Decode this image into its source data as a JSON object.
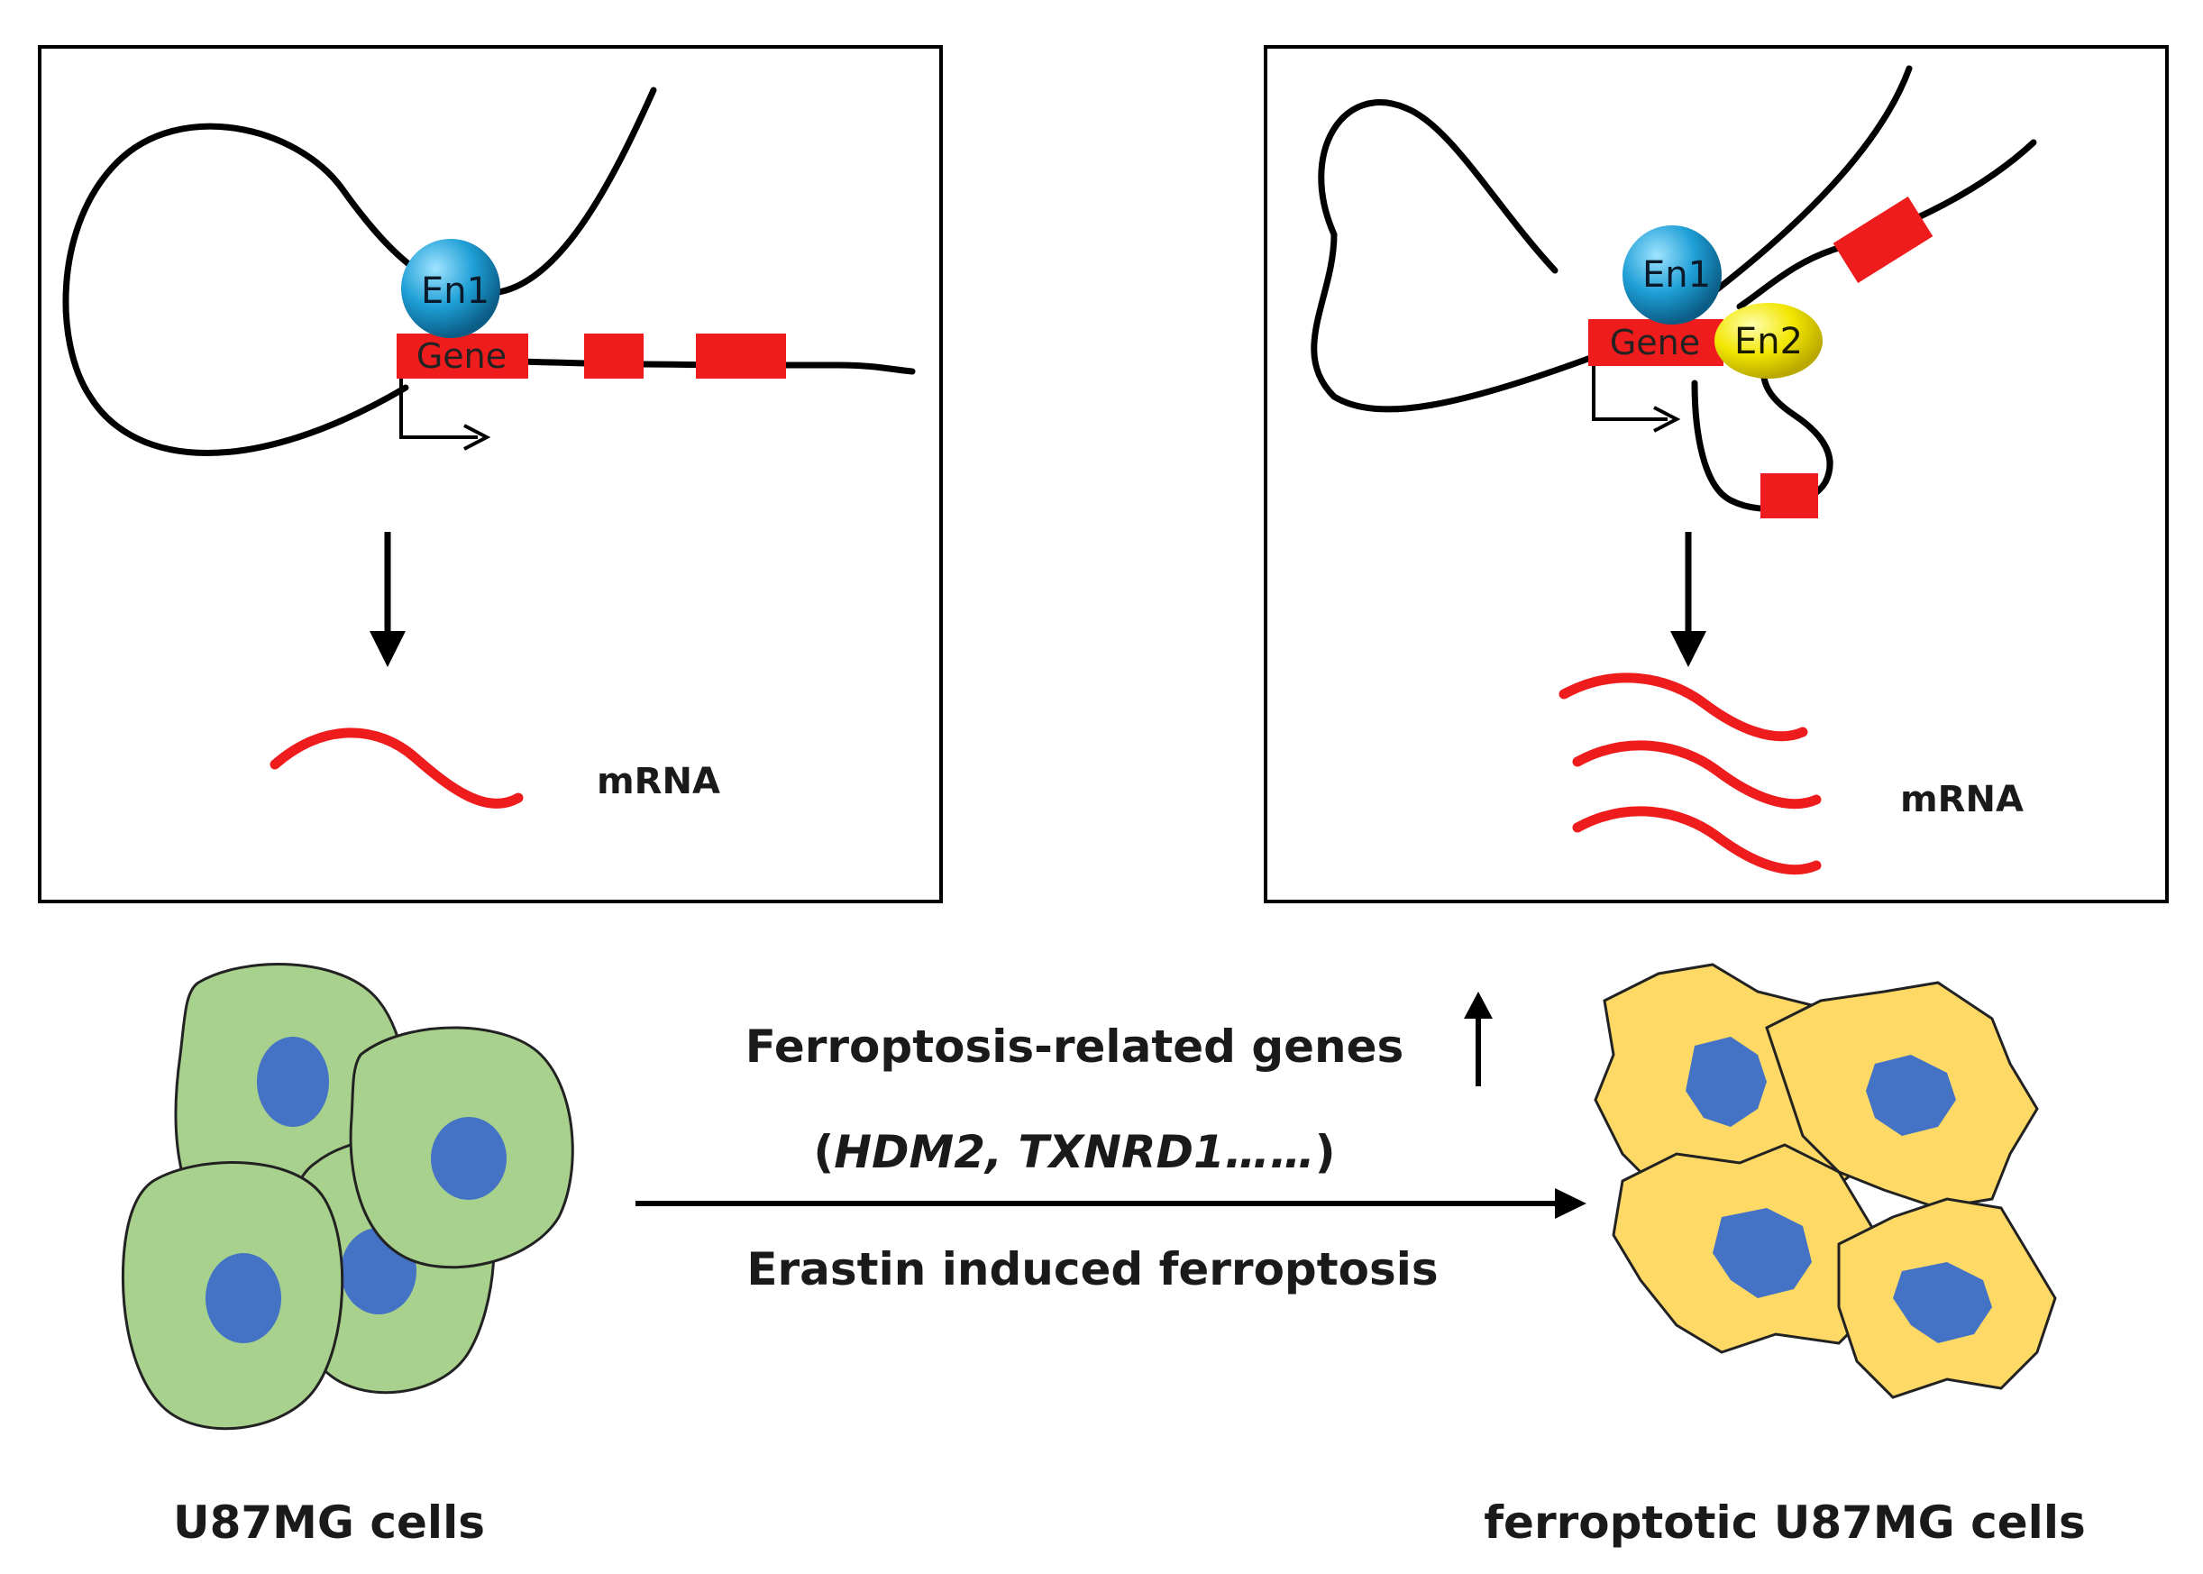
{
  "left_panel": {
    "en1": "En1",
    "gene": "Gene",
    "mrna": "mRNA"
  },
  "right_panel": {
    "en1": "En1",
    "en2": "En2",
    "gene": "Gene",
    "mrna": "mRNA"
  },
  "bottom": {
    "line1": "Ferroptosis-related genes",
    "line2_open": "(",
    "line2_genes": "HDM2, TXNRD1……",
    "line2_close": ")",
    "line3": "Erastin induced ferroptosis",
    "left_cells_label": "U87MG cells",
    "right_cells_label": "ferroptotic U87MG cells"
  },
  "colors": {
    "gene_red": "#ee1c1c",
    "en1_blue": "#1e9fd6",
    "en2_yellow": "#f2e600",
    "healthy_cell": "#a9d18e",
    "ferroptotic_cell": "#ffd966",
    "nucleus": "#4472c4"
  }
}
